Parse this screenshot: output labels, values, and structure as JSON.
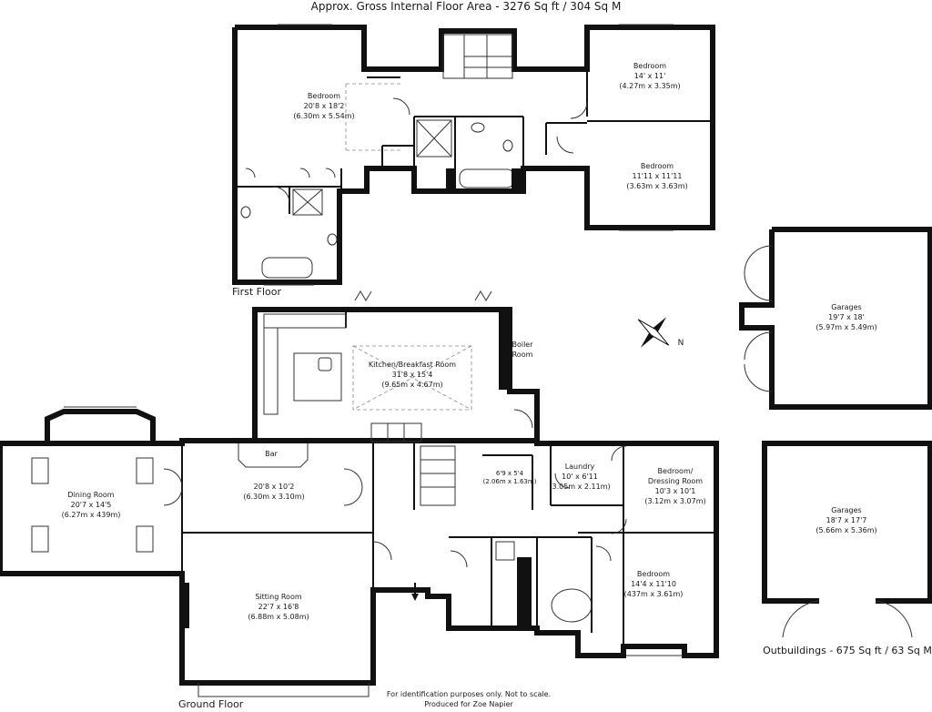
{
  "header": {
    "title": "Approx. Gross Internal Floor Area - 3276 Sq ft / 304 Sq M"
  },
  "floors": {
    "first": "First Floor",
    "ground": "Ground Floor",
    "outbuildings": "Outbuildings - 675 Sq ft / 63 Sq M"
  },
  "rooms": {
    "bedroom_large": {
      "name": "Bedroom",
      "imperial": "20'8 x 18'2",
      "metric": "(6.30m x 5.54m)"
    },
    "bedroom_ne": {
      "name": "Bedroom",
      "imperial": "14' x 11'",
      "metric": "(4.27m x 3.35m)"
    },
    "bedroom_e": {
      "name": "Bedroom",
      "imperial": "11'11 x 11'11",
      "metric": "(3.63m x 3.63m)"
    },
    "garages_top": {
      "name": "Garages",
      "imperial": "19'7 x 18'",
      "metric": "(5.97m x 5.49m)"
    },
    "kitchen": {
      "name": "Kitchen/Breakfast Room",
      "imperial": "31'8 x 15'4",
      "metric": "(9.65m x 4.67m)"
    },
    "boiler": {
      "line1": "Boiler",
      "line2": "Room"
    },
    "bar": {
      "name": "Bar"
    },
    "hall": {
      "imperial": "20'8 x 10'2",
      "metric": "(6.30m x 3.10m)"
    },
    "dining": {
      "name": "Dining Room",
      "imperial": "20'7 x 14'5",
      "metric": "(6.27m x 439m)"
    },
    "store": {
      "imperial": "6'9 x 5'4",
      "metric": "(2.06m x 1.63m)"
    },
    "laundry": {
      "name": "Laundry",
      "imperial": "10' x 6'11",
      "metric": "(3.05m x 2.11m)"
    },
    "dressing": {
      "line1": "Bedroom/",
      "line2": "Dressing Room",
      "imperial": "10'3 x 10'1",
      "metric": "(3.12m x 3.07m)"
    },
    "garages_bottom": {
      "name": "Garages",
      "imperial": "18'7 x 17'7",
      "metric": "(5.66m x 5.36m)"
    },
    "sitting": {
      "name": "Sitting Room",
      "imperial": "22'7 x 16'8",
      "metric": "(6.88m x 5.08m)"
    },
    "bedroom_se": {
      "name": "Bedroom",
      "imperial": "14'4 x 11'10",
      "metric": "(437m x 3.61m)"
    }
  },
  "compass": {
    "north": "N"
  },
  "footer": {
    "disclaimer": "For identification purposes only. Not to scale.",
    "producer": "Produced for Zoe Napier"
  }
}
